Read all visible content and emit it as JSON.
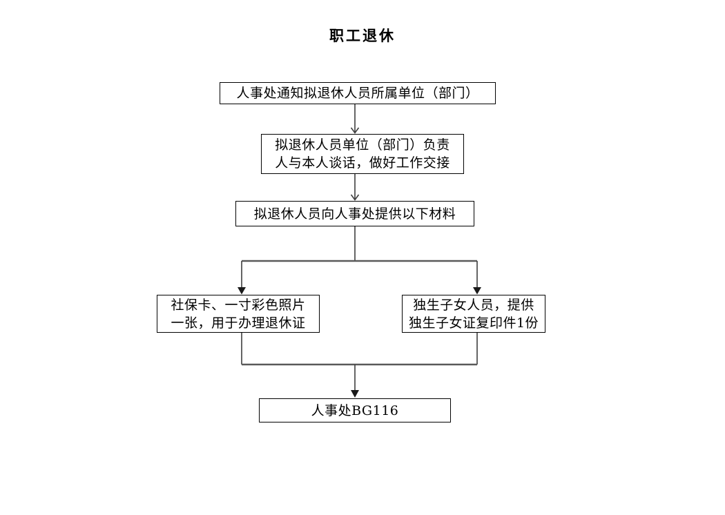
{
  "flowchart": {
    "title": "职工退休",
    "nodes": [
      {
        "id": "step1",
        "lines": [
          "人事处通知拟退休人员所属单位（部门）"
        ]
      },
      {
        "id": "step2",
        "lines": [
          "拟退休人员单位（部门）负责",
          "人与本人谈话，做好工作交接"
        ]
      },
      {
        "id": "step3",
        "lines": [
          "拟退休人员向人事处提供以下材料"
        ]
      },
      {
        "id": "branch-left",
        "lines": [
          "社保卡、一寸彩色照片",
          "一张，用于办理退休证"
        ]
      },
      {
        "id": "branch-right",
        "lines": [
          "独生子女人员，提供",
          "独生子女证复印件1份"
        ]
      },
      {
        "id": "final",
        "lines": [
          "人事处BG116"
        ]
      }
    ],
    "colors": {
      "background": "#ffffff",
      "box_border": "#000000",
      "text": "#000000",
      "connector": "#3d3d3d",
      "split_bar": "#595959",
      "arrowhead": "#1a1a1a"
    }
  }
}
